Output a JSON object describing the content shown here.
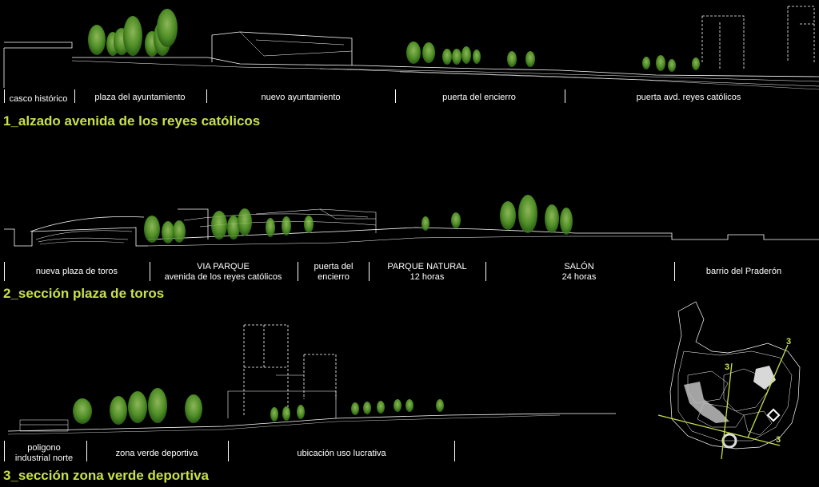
{
  "sections": [
    {
      "title": "1_alzado avenida de los reyes católicos",
      "labels": [
        {
          "text": "casco histórico"
        },
        {
          "text": "plaza del ayuntamiento"
        },
        {
          "text": "nuevo ayuntamiento"
        },
        {
          "text": "puerta del encierro"
        },
        {
          "text": "puerta avd. reyes católicos"
        }
      ]
    },
    {
      "title": "2_sección plaza de toros",
      "labels": [
        {
          "text": "nueva plaza de toros"
        },
        {
          "text": "VIA PARQUE",
          "sub": "avenida de los reyes católicos"
        },
        {
          "text": "puerta del",
          "sub": "encierro"
        },
        {
          "text": "PARQUE NATURAL",
          "sub": "12 horas"
        },
        {
          "text": "SALÓN",
          "sub": "24 horas"
        },
        {
          "text": "barrio del Praderón"
        }
      ]
    },
    {
      "title": "3_sección zona verde deportiva",
      "labels": [
        {
          "text": "poligono",
          "sub": "industrial norte"
        },
        {
          "text": "zona verde deportiva"
        },
        {
          "text": "ubicación uso lucrativa"
        }
      ]
    }
  ],
  "key_plan": {
    "markers": [
      "3",
      "3",
      "3"
    ]
  },
  "colors": {
    "accent": "#c8e04a",
    "tree": "#5fa82e",
    "line": "#ffffff"
  }
}
